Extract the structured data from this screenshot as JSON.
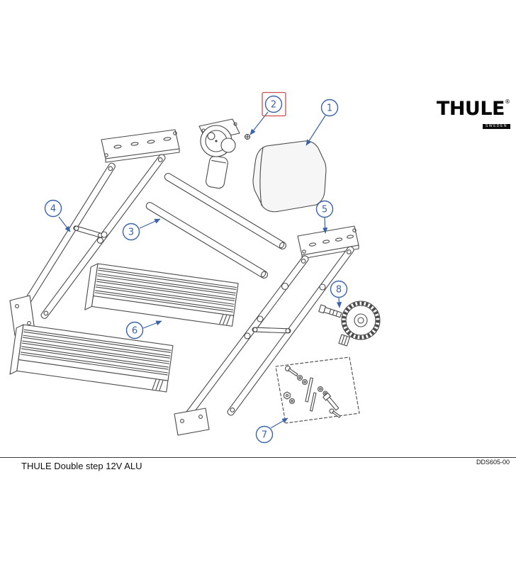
{
  "colors": {
    "accent_blue": "#3b62a8",
    "highlight_red": "#c9504f",
    "line": "#4a4a4a"
  },
  "logo": {
    "brand": "THULE",
    "registered": "®",
    "sub": "SWEDEN"
  },
  "callouts": [
    {
      "label": "1",
      "highlighted": false
    },
    {
      "label": "2",
      "highlighted": true
    },
    {
      "label": "3",
      "highlighted": false
    },
    {
      "label": "4",
      "highlighted": false
    },
    {
      "label": "5",
      "highlighted": false
    },
    {
      "label": "6",
      "highlighted": false
    },
    {
      "label": "7",
      "highlighted": false
    },
    {
      "label": "8",
      "highlighted": false
    }
  ],
  "footer": {
    "title": "THULE Double step 12V ALU",
    "code": "DDS605-00"
  }
}
